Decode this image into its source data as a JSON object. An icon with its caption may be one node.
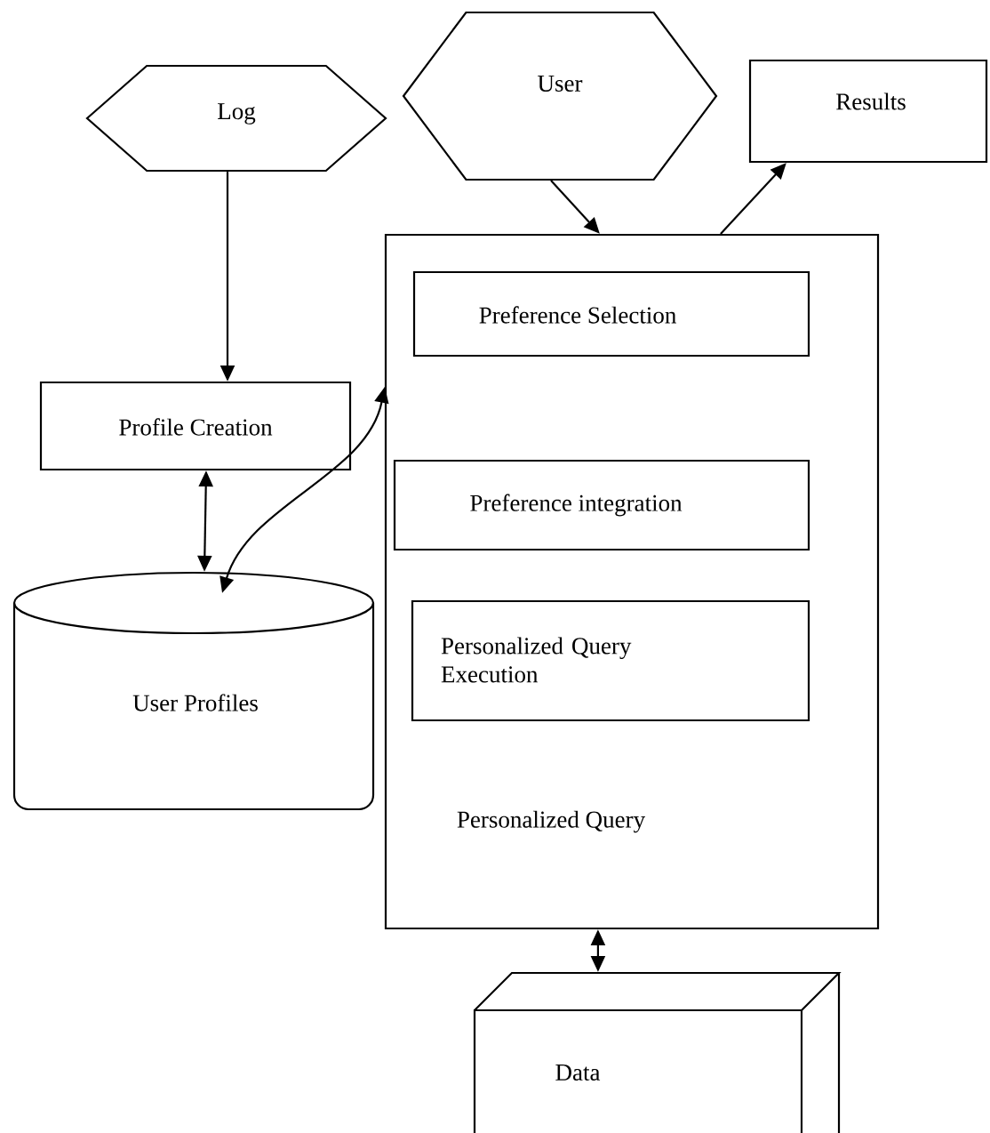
{
  "diagram": {
    "nodes": [
      {
        "text": [
          "Log"
        ]
      },
      {
        "text": [
          "User"
        ]
      },
      {
        "text": [
          "Results"
        ]
      },
      {
        "text": [
          "Personalized Query"
        ]
      },
      {
        "text": [
          "Preference Selection"
        ],
        "in": 3
      },
      {
        "text": [
          "Preference integration"
        ],
        "in": 3
      },
      {
        "text": [
          "Personalized Query Execution"
        ],
        "in": 3
      },
      {
        "text": [
          "Profile Creation"
        ]
      },
      {
        "text": [
          "User Profiles"
        ]
      },
      {
        "text": [
          "Data"
        ]
      }
    ],
    "edges": [
      {
        "from": 0,
        "to": 7,
        "arrow": "to"
      },
      {
        "from": 1,
        "to": 3,
        "arrow": "to"
      },
      {
        "from": 3,
        "to": 2,
        "arrow": "to"
      },
      {
        "from": 7,
        "to": 8,
        "arrow": "both"
      },
      {
        "from": 8,
        "to": 3,
        "arrow": "both"
      },
      {
        "from": 3,
        "to": 9,
        "arrow": "both"
      }
    ]
  }
}
